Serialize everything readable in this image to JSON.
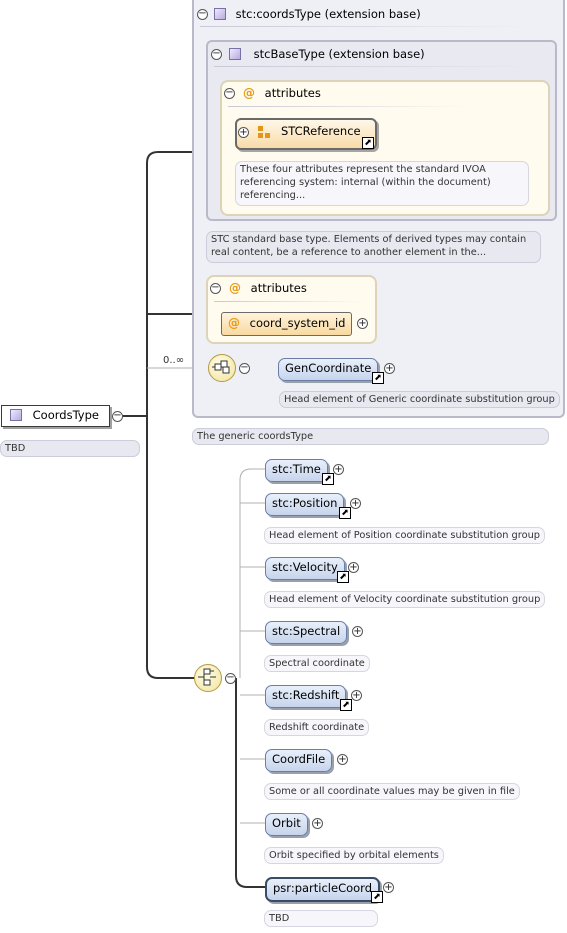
{
  "root": {
    "name": "CoordsType",
    "annotation": "TBD"
  },
  "extension_outer": {
    "title": "stc:coordsType (extension base)",
    "annotation": "The generic coordsType"
  },
  "extension_inner": {
    "title": "stcBaseType (extension base)",
    "annotation_line1": "STC standard base type. Elements of derived types may contain",
    "annotation_line2": "real content, be a reference to another element in the..."
  },
  "attributes_group_1": {
    "title": "attributes",
    "item": "STCReference",
    "note_line1": "These four attributes represent the standard IVOA",
    "note_line2": "referencing system: internal (within the document)",
    "note_line3": "referencing..."
  },
  "attributes_group_2": {
    "title": "attributes",
    "item": "coord_system_id"
  },
  "sequence": {
    "cardinality": "0..∞",
    "element": "GenCoordinate",
    "annotation": "Head element of Generic coordinate substitution group"
  },
  "choice_elements": [
    {
      "name": "stc:Time",
      "annotation": ""
    },
    {
      "name": "stc:Position",
      "annotation": "Head element of Position coordinate substitution group"
    },
    {
      "name": "stc:Velocity",
      "annotation": "Head element of Velocity coordinate substitution group"
    },
    {
      "name": "stc:Spectral",
      "annotation": "Spectral coordinate"
    },
    {
      "name": "stc:Redshift",
      "annotation": "Redshift coordinate"
    },
    {
      "name": "CoordFile",
      "annotation": "Some or all coordinate values may be given in file"
    },
    {
      "name": "Orbit",
      "annotation": "Orbit specified by orbital elements"
    },
    {
      "name": "psr:particleCoord",
      "annotation": "TBD"
    }
  ],
  "colors": {
    "connector": "#333333",
    "panel_border": "#b9b9c9",
    "attribute_accent": "#e79a17",
    "element_fill": "#c6d4ec"
  },
  "icons": [
    "complex-type-icon",
    "attribute-icon",
    "attribute-group-icon",
    "reference-arrow-icon",
    "sequence-compositor-icon",
    "choice-compositor-icon",
    "expand-icon",
    "collapse-icon"
  ]
}
